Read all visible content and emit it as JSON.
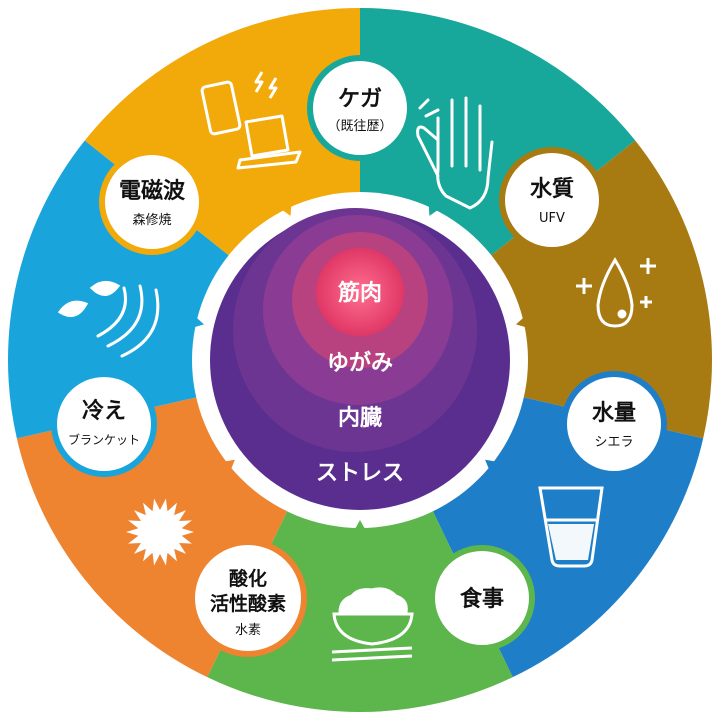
{
  "colors": {
    "injury": "#17a79b",
    "water_quality": "#a87a12",
    "water_amount": "#1f7ec8",
    "food": "#5cb64c",
    "oxidation": "#ee8330",
    "cold": "#1aa4dc",
    "em_wave": "#f2a90a",
    "core_outer": "#5a2e8e",
    "core_mid": "#7e3b94",
    "core_inner": "#b8427f",
    "core_center": "#e03766"
  },
  "segments": [
    {
      "key": "injury",
      "title": "ケガ",
      "subtitle": "（既往歴）",
      "icon": "hand-icon"
    },
    {
      "key": "water_quality",
      "title": "水質",
      "subtitle": "UFV",
      "icon": "water-drop-icon"
    },
    {
      "key": "water_amount",
      "title": "水量",
      "subtitle": "シエラ",
      "icon": "glass-icon"
    },
    {
      "key": "food",
      "title": "食事",
      "subtitle": "",
      "icon": "rice-bowl-icon"
    },
    {
      "key": "oxidation",
      "title_lines": [
        "酸化",
        "活性酸素"
      ],
      "subtitle": "水素",
      "icon": "sun-burst-icon"
    },
    {
      "key": "cold",
      "title": "冷え",
      "subtitle": "ブランケット",
      "icon": "wind-leaf-icon"
    },
    {
      "key": "em_wave",
      "title": "電磁波",
      "subtitle": "森修焼",
      "icon": "devices-icon"
    }
  ],
  "core": {
    "labels": [
      "筋肉",
      "ゆがみ",
      "内臓",
      "ストレス"
    ]
  }
}
